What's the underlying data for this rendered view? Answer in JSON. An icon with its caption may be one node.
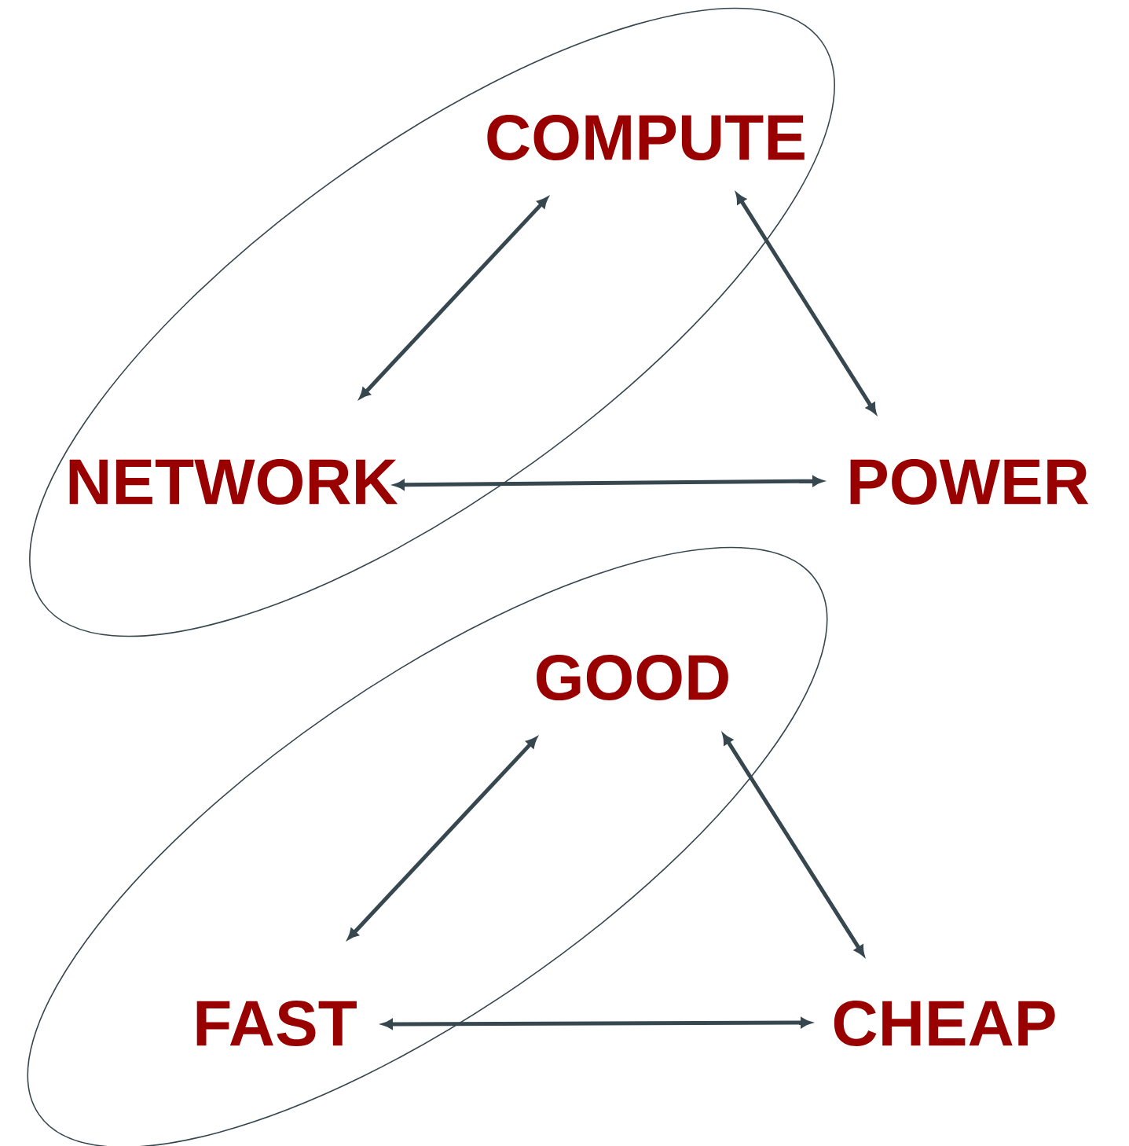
{
  "diagram": {
    "nodes": [
      {
        "text": [],
        "shape": "ellipse"
      },
      {
        "text": [
          "COMPUTE"
        ],
        "in": 0
      },
      {
        "text": [
          "NETWORK"
        ],
        "in": 0
      },
      {
        "text": [
          "POWER"
        ]
      },
      {
        "text": [],
        "shape": "ellipse"
      },
      {
        "text": [
          "GOOD"
        ],
        "in": 4
      },
      {
        "text": [
          "FAST"
        ],
        "in": 4
      },
      {
        "text": [
          "CHEAP"
        ]
      }
    ],
    "edges": [
      {
        "from": 1,
        "to": 2,
        "arrow": "both"
      },
      {
        "from": 1,
        "to": 3,
        "arrow": "both"
      },
      {
        "from": 2,
        "to": 3,
        "arrow": "both"
      },
      {
        "from": 5,
        "to": 6,
        "arrow": "both"
      },
      {
        "from": 5,
        "to": 7,
        "arrow": "both"
      },
      {
        "from": 6,
        "to": 7,
        "arrow": "both"
      }
    ]
  }
}
